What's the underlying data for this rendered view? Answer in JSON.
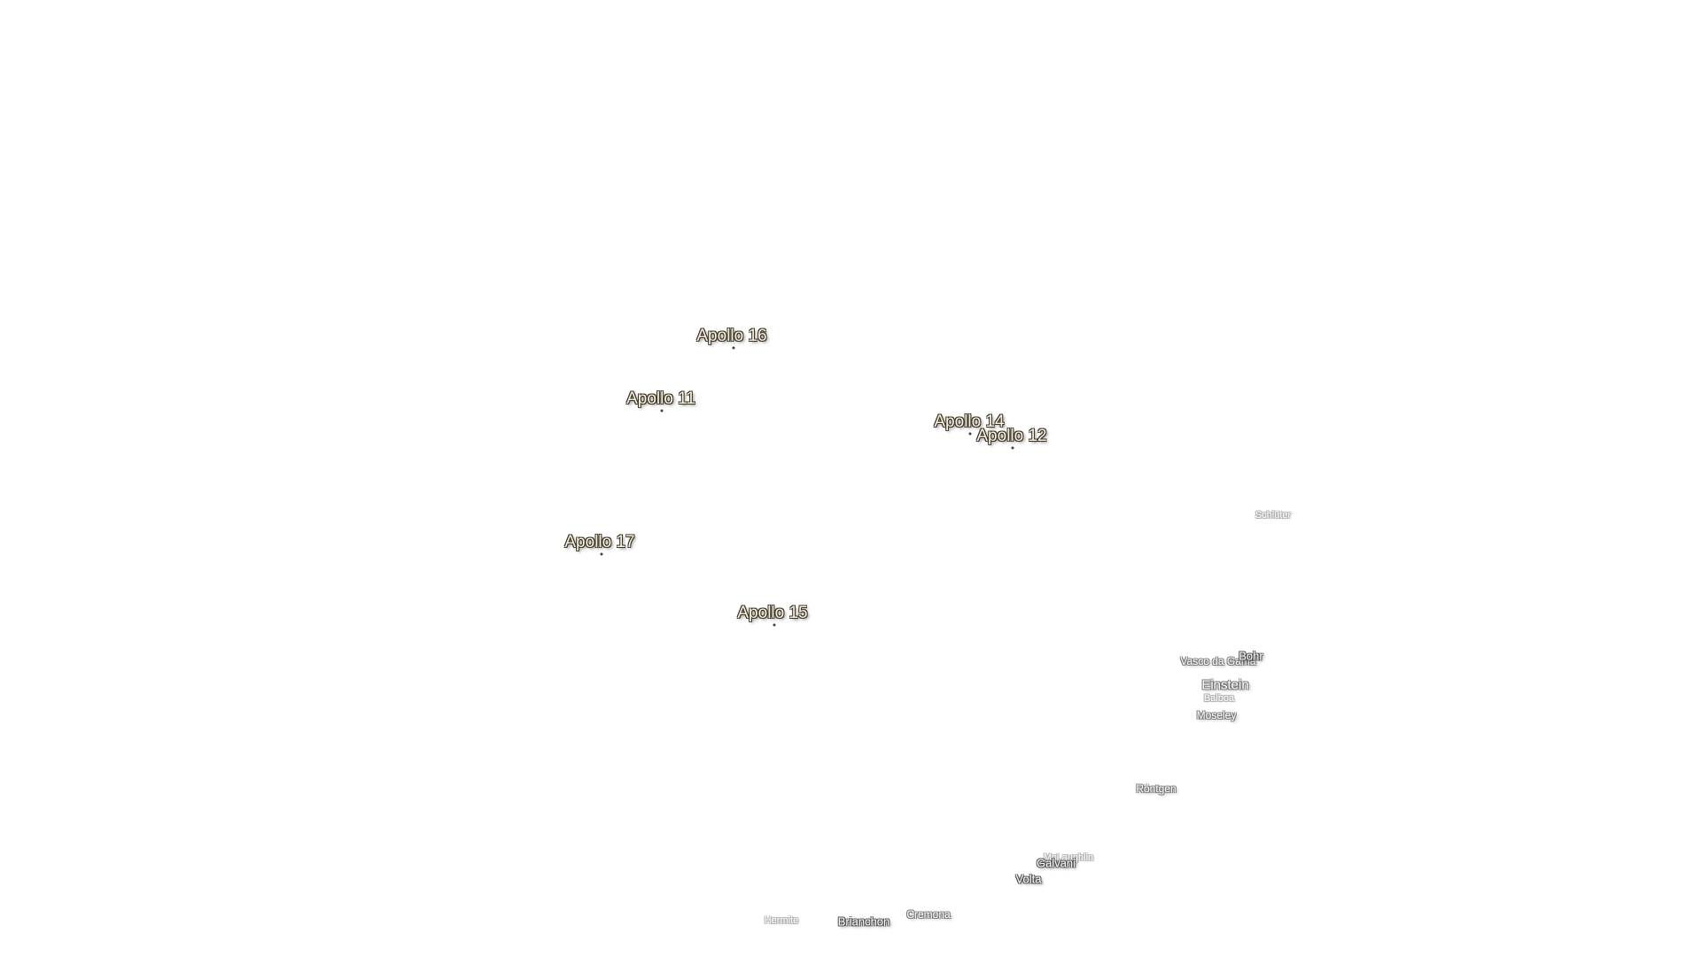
{
  "landing_sites": [
    {
      "key": "apollo-16",
      "label": "Apollo 16"
    },
    {
      "key": "apollo-11",
      "label": "Apollo 11"
    },
    {
      "key": "apollo-14",
      "label": "Apollo 14"
    },
    {
      "key": "apollo-12",
      "label": "Apollo 12"
    },
    {
      "key": "apollo-17",
      "label": "Apollo 17"
    },
    {
      "key": "apollo-15",
      "label": "Apollo 15"
    }
  ],
  "craters": [
    {
      "key": "schluter",
      "label": "Schlüter"
    },
    {
      "key": "vasco-da-gama",
      "label": "Vasco da Gama"
    },
    {
      "key": "bohr",
      "label": "Bohr"
    },
    {
      "key": "einstein",
      "label": "Einstein"
    },
    {
      "key": "balboa",
      "label": "Balboa"
    },
    {
      "key": "moseley",
      "label": "Moseley"
    },
    {
      "key": "rontgen",
      "label": "Röntgen"
    },
    {
      "key": "mclaughlin",
      "label": "McLaughlin"
    },
    {
      "key": "galvani",
      "label": "Galvani"
    },
    {
      "key": "volta",
      "label": "Volta"
    },
    {
      "key": "cremona",
      "label": "Cremona"
    },
    {
      "key": "hermite",
      "label": "Hermite"
    },
    {
      "key": "brianchon",
      "label": "Brianchon"
    }
  ]
}
